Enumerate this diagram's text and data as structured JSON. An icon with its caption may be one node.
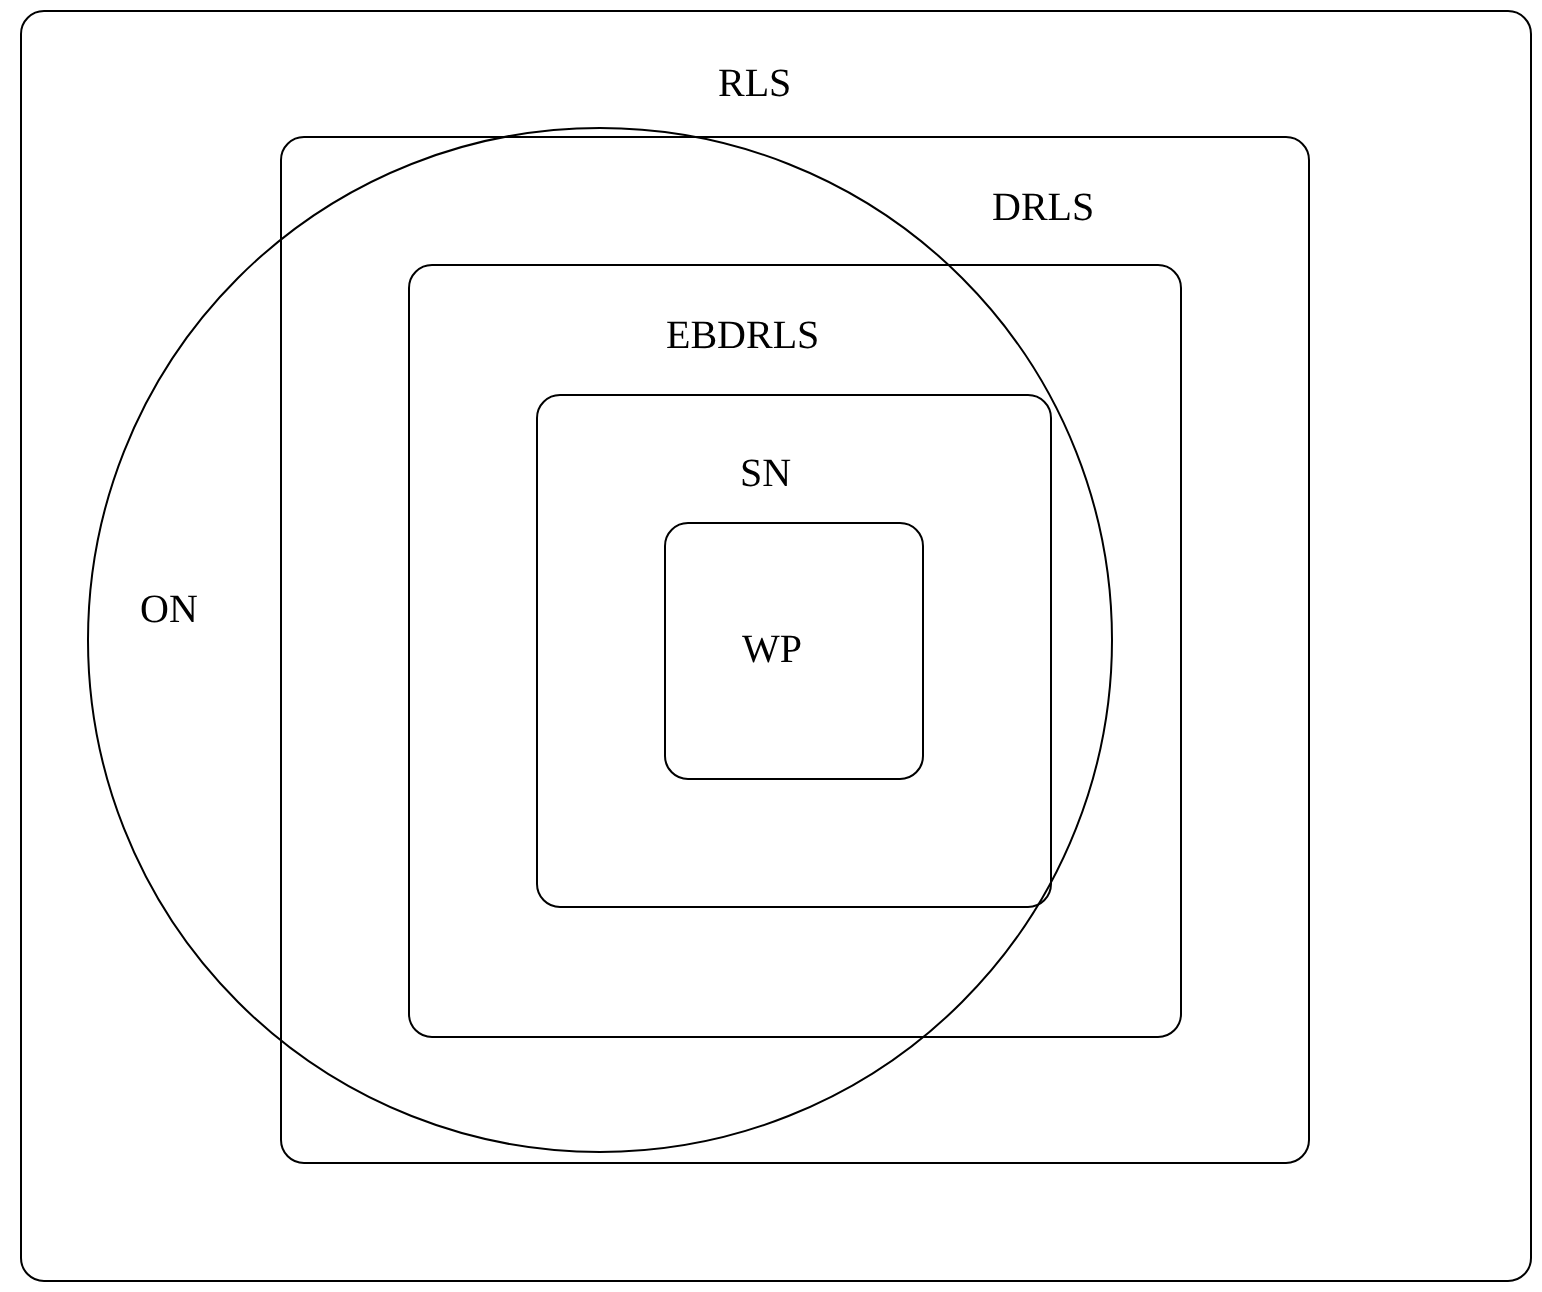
{
  "diagram": {
    "nodes": [
      {
        "text": [
          "RLS"
        ]
      },
      {
        "text": [
          "DRLS"
        ],
        "in": 0
      },
      {
        "text": [
          "EBDRLS"
        ],
        "in": 1
      },
      {
        "text": [
          "SN"
        ],
        "in": 2
      },
      {
        "text": [
          "WP"
        ],
        "in": 3
      },
      {
        "text": [
          "ON"
        ],
        "in": 0
      }
    ]
  }
}
